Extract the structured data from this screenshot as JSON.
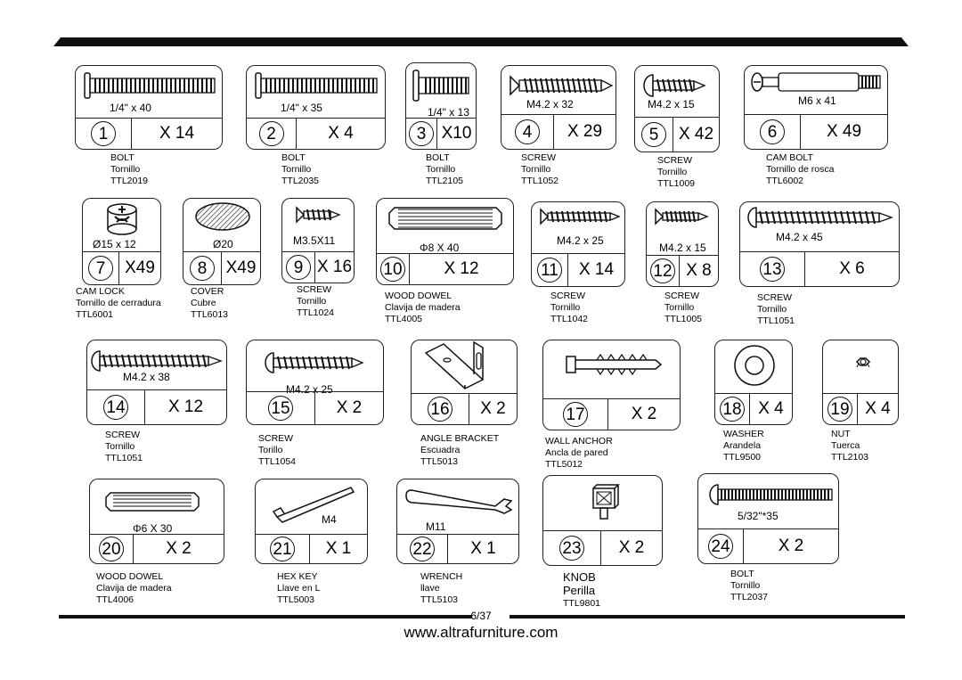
{
  "page_number": "6/37",
  "website": "www.altrafurniture.com",
  "parts": [
    {
      "id": "1",
      "size": "1/4\" x 40",
      "qty": "X 14",
      "name": "BOLT",
      "spanish": "Tornillo",
      "code": "TTL2019",
      "icon": "bolt-icon"
    },
    {
      "id": "2",
      "size": "1/4\" x 35",
      "qty": "X 4",
      "name": "BOLT",
      "spanish": "Tornillo",
      "code": "TTL2035",
      "icon": "bolt-icon"
    },
    {
      "id": "3",
      "size": "1/4\" x 13",
      "qty": "X10",
      "name": "BOLT",
      "spanish": "Tornillo",
      "code": "TTL2105",
      "icon": "bolt-icon"
    },
    {
      "id": "4",
      "size": "M4.2 x 32",
      "qty": "X 29",
      "name": "SCREW",
      "spanish": "Tornillo",
      "code": "TTL1052",
      "icon": "flat-screw-icon"
    },
    {
      "id": "5",
      "size": "M4.2 x 15",
      "qty": "X 42",
      "name": "SCREW",
      "spanish": "Tornillo",
      "code": "TTL1009",
      "icon": "round-screw-icon"
    },
    {
      "id": "6",
      "size": "M6 x 41",
      "qty": "X 49",
      "name": "CAM BOLT",
      "spanish": "Tornillo de rosca",
      "code": "TTL6002",
      "icon": "cam-bolt-icon"
    },
    {
      "id": "7",
      "size": "Ø15 x 12",
      "qty": "X49",
      "name": "CAM LOCK",
      "spanish": "Tornillo de cerradura",
      "code": "TTL6001",
      "icon": "cam-lock-icon"
    },
    {
      "id": "8",
      "size": "Ø20",
      "qty": "X49",
      "name": "COVER",
      "spanish": "Cubre",
      "code": "TTL6013",
      "icon": "cover-cap-icon"
    },
    {
      "id": "9",
      "size": "M3.5X11",
      "qty": "X 16",
      "name": "SCREW",
      "spanish": "Tornillo",
      "code": "TTL1024",
      "icon": "flat-screw-icon"
    },
    {
      "id": "10",
      "size": "Φ8 X 40",
      "qty": "X 12",
      "name": "WOOD DOWEL",
      "spanish": "Clavija de madera",
      "code": "TTL4005",
      "icon": "wood-dowel-icon"
    },
    {
      "id": "11",
      "size": "M4.2 x 25",
      "qty": "X 14",
      "name": "SCREW",
      "spanish": "Tornillo",
      "code": "TTL1042",
      "icon": "flat-screw-icon"
    },
    {
      "id": "12",
      "size": "M4.2 x 15",
      "qty": "X 8",
      "name": "SCREW",
      "spanish": "Tornillo",
      "code": "TTL1005",
      "icon": "flat-screw-icon"
    },
    {
      "id": "13",
      "size": "M4.2 x 45",
      "qty": "X 6",
      "name": "SCREW",
      "spanish": "Tornillo",
      "code": "TTL1051",
      "icon": "round-screw-icon"
    },
    {
      "id": "14",
      "size": "M4.2 x 38",
      "qty": "X 12",
      "name": "SCREW",
      "spanish": "Tornillo",
      "code": "TTL1051",
      "icon": "round-screw-icon"
    },
    {
      "id": "15",
      "size": "M4.2 x 25",
      "qty": "X 2",
      "name": "SCREW",
      "spanish": "Torillo",
      "code": "TTL1054",
      "icon": "round-screw-icon"
    },
    {
      "id": "16",
      "size": "",
      "qty": "X 2",
      "name": "ANGLE BRACKET",
      "spanish": "Escuadra",
      "code": "TTL5013",
      "icon": "angle-bracket-icon"
    },
    {
      "id": "17",
      "size": "",
      "qty": "X 2",
      "name": "WALL ANCHOR",
      "spanish": "Ancla de pared",
      "code": "TTL5012",
      "icon": "wall-anchor-icon"
    },
    {
      "id": "18",
      "size": "",
      "qty": "X 4",
      "name": "WASHER",
      "spanish": "Arandela",
      "code": "TTL9500",
      "icon": "washer-icon"
    },
    {
      "id": "19",
      "size": "",
      "qty": "X 4",
      "name": "NUT",
      "spanish": "Tuerca",
      "code": "TTL2103",
      "icon": "nut-icon"
    },
    {
      "id": "20",
      "size": "Φ6 X 30",
      "qty": "X 2",
      "name": "WOOD DOWEL",
      "spanish": "Clavija de madera",
      "code": "TTL4006",
      "icon": "wood-dowel-icon"
    },
    {
      "id": "21",
      "size": "M4",
      "qty": "X 1",
      "name": "HEX KEY",
      "spanish": "Llave en L",
      "code": "TTL5003",
      "icon": "hex-key-icon"
    },
    {
      "id": "22",
      "size": "M11",
      "qty": "X 1",
      "name": "WRENCH",
      "spanish": "llave",
      "code": "TTL5103",
      "icon": "wrench-icon"
    },
    {
      "id": "23",
      "size": "",
      "qty": "X 2",
      "name": "KNOB",
      "spanish": "Perilla",
      "code": "TTL9801",
      "icon": "knob-icon"
    },
    {
      "id": "24",
      "size": "5/32\"*35",
      "qty": "X 2",
      "name": "BOLT",
      "spanish": "Tornillo",
      "code": "TTL2037",
      "icon": "round-bolt-icon"
    }
  ]
}
